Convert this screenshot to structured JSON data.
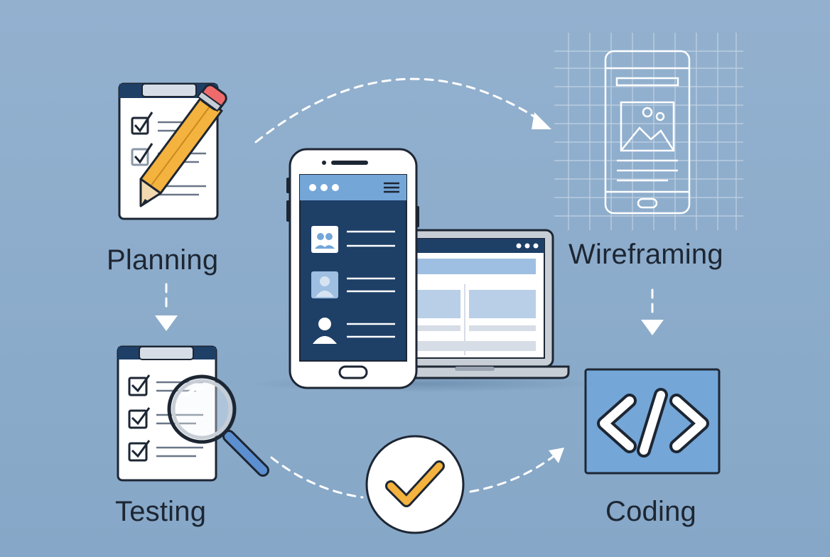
{
  "stages": {
    "planning": {
      "label": "Planning",
      "icon": "clipboard-pencil-icon"
    },
    "wireframing": {
      "label": "Wireframing",
      "icon": "wireframe-phone-icon"
    },
    "coding": {
      "label": "Coding",
      "icon": "code-brackets-icon"
    },
    "testing": {
      "label": "Testing",
      "icon": "clipboard-magnifier-icon"
    }
  },
  "center": {
    "icon": "phone-and-laptop-icon"
  },
  "approval": {
    "icon": "checkmark-circle-icon"
  },
  "colors": {
    "background": "#8daccb",
    "navy": "#1e3f66",
    "accent_blue": "#74a6d8",
    "pencil_orange": "#f4b23e",
    "eraser_red": "#ef6b6b",
    "check_orange": "#f4b23e",
    "label_text": "#1d2633"
  }
}
